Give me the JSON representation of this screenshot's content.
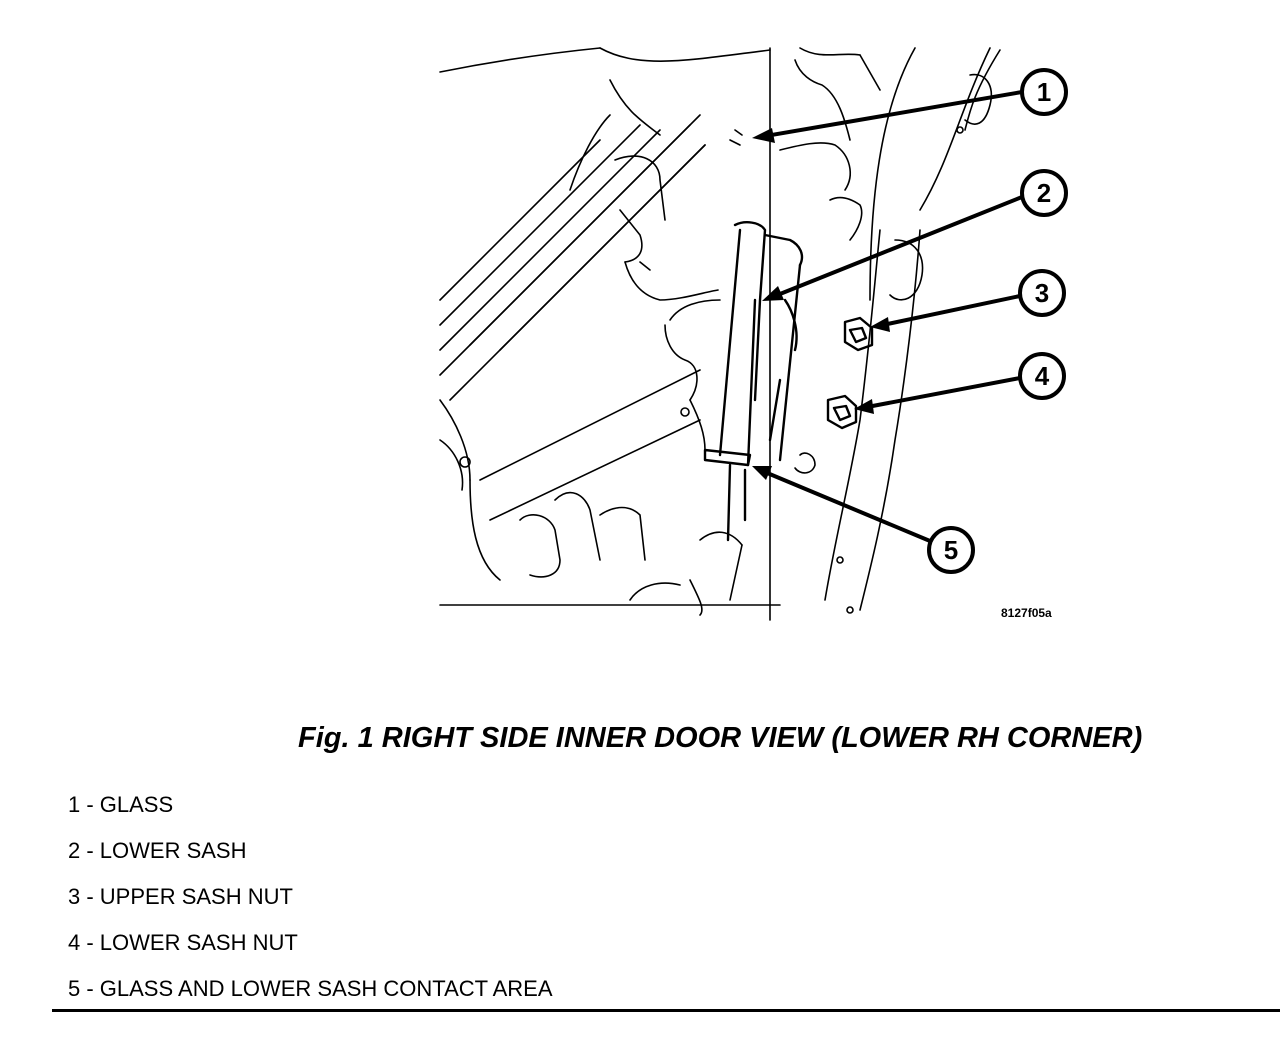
{
  "figure": {
    "id_label": "8127f05a",
    "callouts": [
      {
        "number": "1"
      },
      {
        "number": "2"
      },
      {
        "number": "3"
      },
      {
        "number": "4"
      },
      {
        "number": "5"
      }
    ]
  },
  "caption": "Fig. 1 RIGHT SIDE INNER DOOR VIEW (LOWER RH CORNER)",
  "legend": [
    {
      "text": "1 - GLASS"
    },
    {
      "text": "2 - LOWER SASH"
    },
    {
      "text": "3 - UPPER SASH NUT"
    },
    {
      "text": "4 - LOWER SASH NUT"
    },
    {
      "text": "5 - GLASS AND LOWER SASH CONTACT AREA"
    }
  ]
}
